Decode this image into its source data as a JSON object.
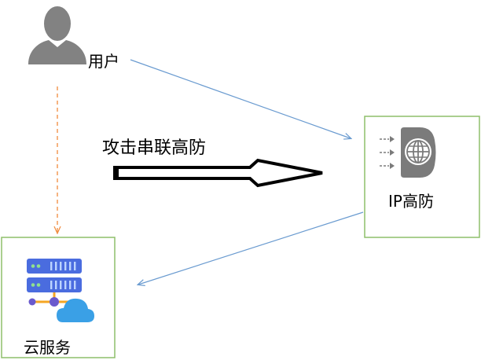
{
  "diagram": {
    "nodes": {
      "user": {
        "label": "用户",
        "icon": "user-silhouette-icon"
      },
      "ip_protection": {
        "label": "IP高防",
        "icon": "ip-protection-shield-icon"
      },
      "cloud_service": {
        "label": "云服务",
        "icon": "server-cloud-icon"
      }
    },
    "edges": {
      "attack_arrow": {
        "label": "攻击串联高防"
      }
    },
    "colors": {
      "box_border": "#8dbf6a",
      "flow_line": "#6a9bd0",
      "dashed_line": "#f08a3c",
      "user_icon": "#828282",
      "server_blue": "#4a6cdf",
      "cloud_blue": "#3aa0e6",
      "node_orange": "#f5a623",
      "node_purple": "#6a5acd",
      "shield_gray": "#7b7b7b"
    }
  }
}
